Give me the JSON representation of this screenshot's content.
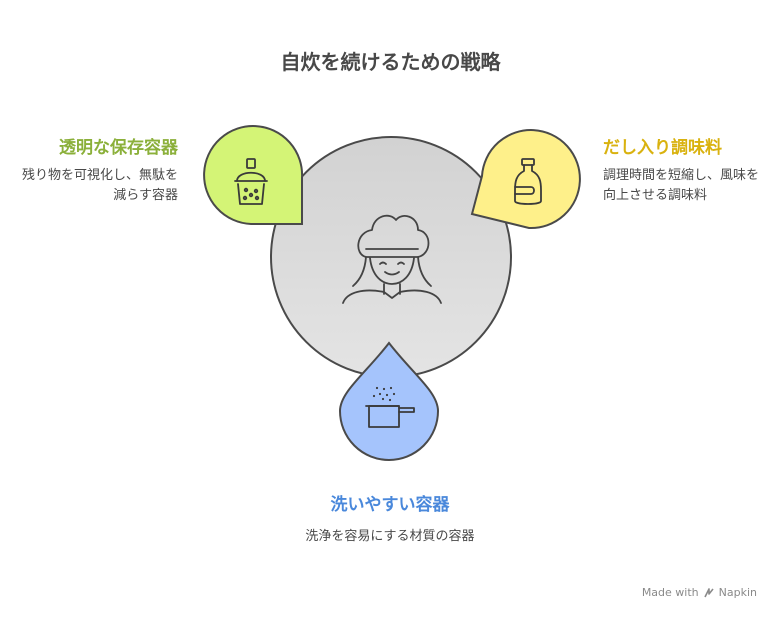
{
  "title": "自炊を続けるための戦略",
  "items": [
    {
      "title": "透明な保存容器",
      "description": "残り物を可視化し、無駄を減らす容器",
      "color": "#d4f476",
      "accent": "#8bb03a",
      "icon": "clear-container-icon"
    },
    {
      "title": "だし入り調味料",
      "description": "調理時間を短縮し、風味を向上させる調味料",
      "color": "#fef08a",
      "accent": "#d9b20f",
      "icon": "seasoning-bottle-icon"
    },
    {
      "title": "洗いやすい容器",
      "description": "洗浄を容易にする材質の容器",
      "color": "#a5c4fc",
      "accent": "#4a88db",
      "icon": "pot-icon"
    }
  ],
  "center_icon": "chef-icon",
  "credit": {
    "prefix": "Made with",
    "brand": "Napkin",
    "icon": "napkin-logo-icon"
  }
}
